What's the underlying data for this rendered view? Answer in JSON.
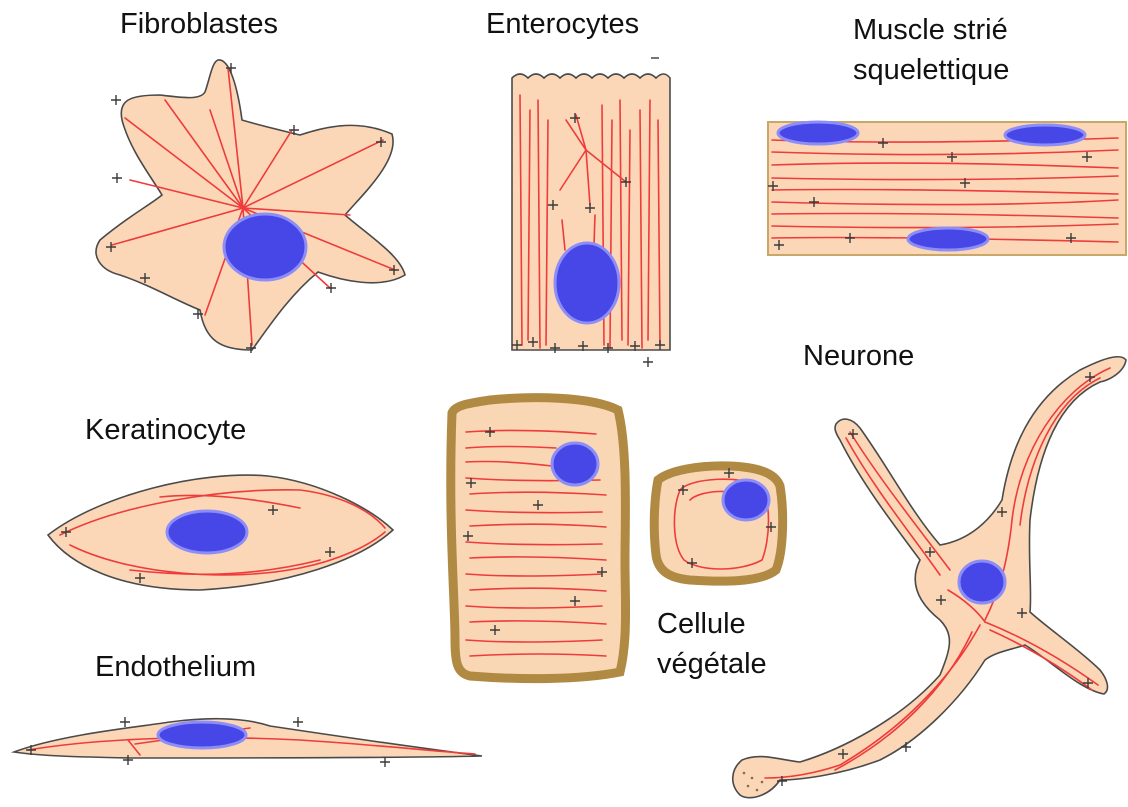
{
  "labels": {
    "fibroblastes": "Fibroblastes",
    "enterocytes": "Enterocytes",
    "muscle_line1": "Muscle strié",
    "muscle_line2": "squelettique",
    "neurone": "Neurone",
    "keratinocyte": "Keratinocyte",
    "endothelium": "Endothelium",
    "plant_line1": "Cellule",
    "plant_line2": "végétale"
  },
  "colors": {
    "cytoplasm": "#fbd7b7",
    "filament": "#ee3b3b",
    "nucleus": "#4747e8",
    "cell_wall": "#b08a43",
    "outline": "#4a4a4a"
  }
}
